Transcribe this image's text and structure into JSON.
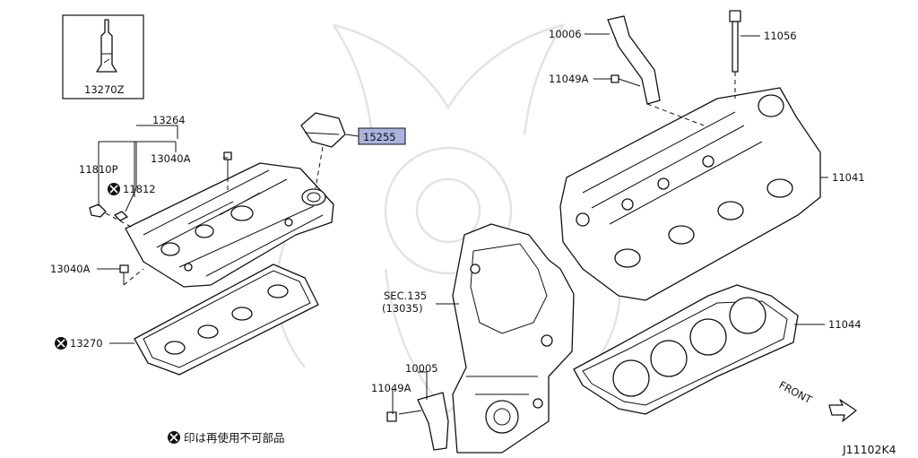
{
  "diagram": {
    "drawing_code": "J11102K4",
    "front_label": "FRONT",
    "note": "印は再使用不可部品",
    "callouts": {
      "c13270Z": "13270Z",
      "c13264": "13264",
      "c13040A_top": "13040A",
      "c11810P": "11810P",
      "c11812": "11812",
      "c13040A_left": "13040A",
      "c13270": "13270",
      "c15255": "15255",
      "c10006": "10006",
      "c11049A_top": "11049A",
      "c11056": "11056",
      "c11041": "11041",
      "c11044": "11044",
      "c_sec135": "SEC.135",
      "c_sec135_sub": "(13035)",
      "c10005": "10005",
      "c11049A_bottom": "11049A"
    },
    "highlight_color": "#aab2e0",
    "line_color": "#111111"
  }
}
